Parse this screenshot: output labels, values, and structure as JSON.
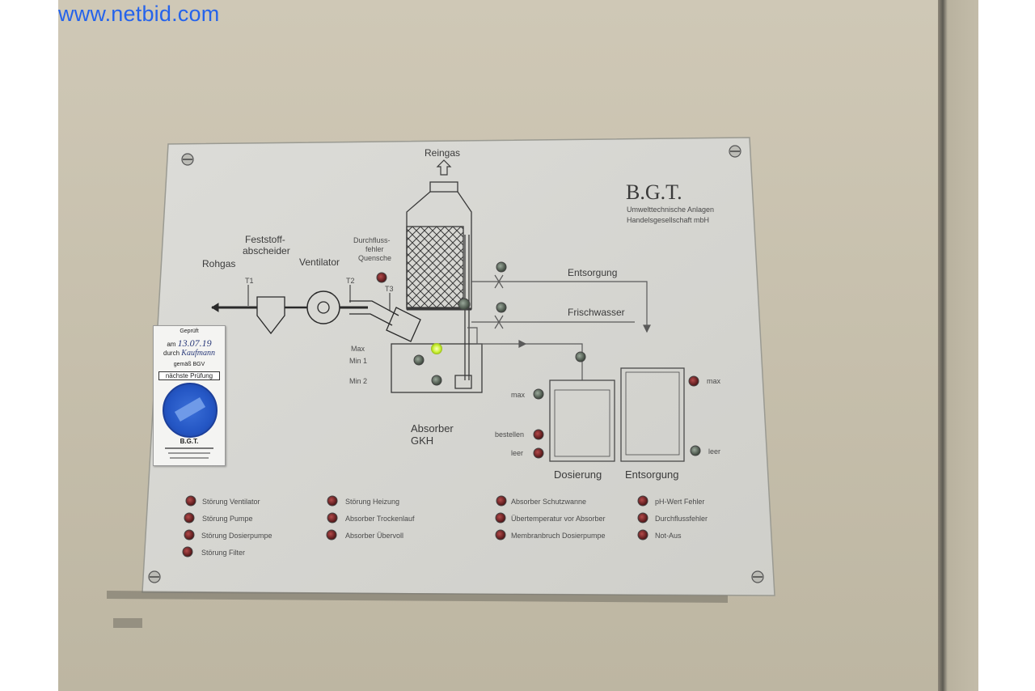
{
  "watermark": "www.netbid.com",
  "brand": {
    "name": "B.G.T.",
    "line1": "Umwelttechnische Anlagen",
    "line2": "Handelsgesellschaft mbH"
  },
  "diagram": {
    "reingas": "Reingas",
    "rohgas": "Rohgas",
    "feststoff1": "Feststoff-",
    "feststoff2": "abscheider",
    "ventilator": "Ventilator",
    "durchfluss1": "Durchfluss-",
    "durchfluss2": "fehler",
    "durchfluss3": "Quensche",
    "t1": "T1",
    "t2": "T2",
    "t3": "T3",
    "max": "Max",
    "min1": "Min 1",
    "min2": "Min 2",
    "absorber1": "Absorber",
    "absorber2": "GKH",
    "entsorgung_line": "Entsorgung",
    "frischwasser": "Frischwasser",
    "tank_max": "max",
    "tank_bestellen": "bestellen",
    "tank_leer": "leer",
    "dosierung": "Dosierung",
    "entsorgung_tank": "Entsorgung",
    "tank2_max": "max",
    "tank2_leer": "leer"
  },
  "alarms": {
    "col1": [
      "Störung Ventilator",
      "Störung Pumpe",
      "Störung Dosierpumpe",
      "Störung Filter"
    ],
    "col2": [
      "Störung Heizung",
      "Absorber Trockenlauf",
      "Absorber Übervoll"
    ],
    "col3": [
      "Absorber Schutzwanne",
      "Übertemperatur vor Absorber",
      "Membranbruch Dosierpumpe"
    ],
    "col4": [
      "pH-Wert Fehler",
      "Durchflussfehler",
      "Not-Aus"
    ]
  },
  "sticker": {
    "geprueft": "Geprüft",
    "am_label": "am",
    "am_value": "13.07.19",
    "durch_label": "durch",
    "durch_value": "Kaufmann",
    "gemaess": "gemäß BGV",
    "naechste": "nächste Prüfung",
    "company": "B.G.T."
  },
  "colors": {
    "plate": "#d9d9d5",
    "panel": "#cbc4b0",
    "led_green": "#c8f030",
    "led_red": "#6b1f22"
  }
}
